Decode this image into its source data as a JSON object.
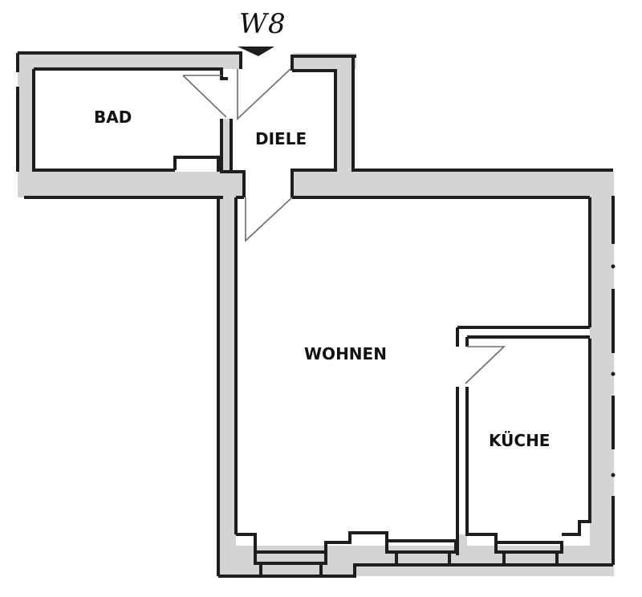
{
  "plan": {
    "entrance_label": "W8",
    "colors": {
      "wall_fill": "#d4d4d4",
      "line": "#1e1e1e",
      "background": "#ffffff"
    },
    "rooms": [
      {
        "id": "bad",
        "label": "BAD"
      },
      {
        "id": "diele",
        "label": "DIELE"
      },
      {
        "id": "wohnen",
        "label": "WOHNEN"
      },
      {
        "id": "kueche",
        "label": "KÜCHE"
      }
    ],
    "icons": {
      "entrance_marker": "downward-triangle-arrow"
    }
  }
}
